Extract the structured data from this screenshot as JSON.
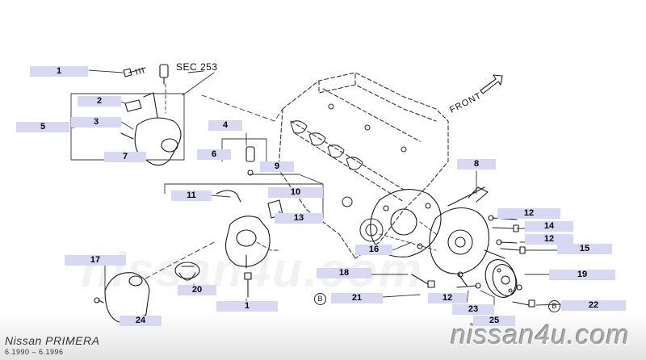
{
  "header": {
    "section_ref": "SEC 253",
    "front_label": "FRONT"
  },
  "callouts": [
    {
      "id": "1",
      "label": "1"
    },
    {
      "id": "2",
      "label": "2"
    },
    {
      "id": "3",
      "label": "3"
    },
    {
      "id": "5",
      "label": "5"
    },
    {
      "id": "7",
      "label": "7"
    },
    {
      "id": "4",
      "label": "4"
    },
    {
      "id": "6",
      "label": "6"
    },
    {
      "id": "9",
      "label": "9"
    },
    {
      "id": "10",
      "label": "10"
    },
    {
      "id": "11",
      "label": "11"
    },
    {
      "id": "13",
      "label": "13"
    },
    {
      "id": "8",
      "label": "8"
    },
    {
      "id": "12a",
      "label": "12"
    },
    {
      "id": "14",
      "label": "14"
    },
    {
      "id": "12b",
      "label": "12"
    },
    {
      "id": "15",
      "label": "15"
    },
    {
      "id": "16",
      "label": "16"
    },
    {
      "id": "17",
      "label": "17"
    },
    {
      "id": "18",
      "label": "18"
    },
    {
      "id": "19",
      "label": "19"
    },
    {
      "id": "20",
      "label": "20"
    },
    {
      "id": "21",
      "label": "21"
    },
    {
      "id": "12c",
      "label": "12"
    },
    {
      "id": "23",
      "label": "23"
    },
    {
      "id": "22",
      "label": "22"
    },
    {
      "id": "24",
      "label": "24"
    },
    {
      "id": "25",
      "label": "25"
    },
    {
      "id": "1b",
      "label": "1"
    }
  ],
  "b_marks": [
    "B",
    "B"
  ],
  "footer": {
    "model": "Nissan PRIMERA",
    "dates": "6.1990  –  6.1996",
    "watermark": "nissan4u.com",
    "ghost_watermark": "nissan4u.com"
  }
}
